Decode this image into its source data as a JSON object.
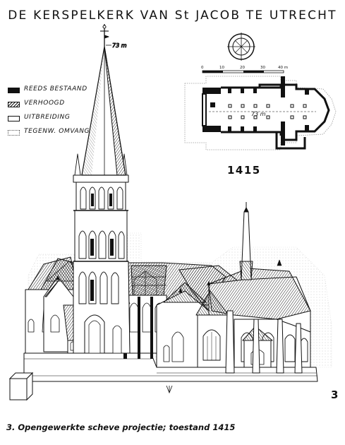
{
  "title": "DE KERSPELKERK VAN St JACOB TE UTRECHT",
  "legend": [
    {
      "key": "existing",
      "label": "REEDS BESTAAND"
    },
    {
      "key": "raised",
      "label": "VERHOOGD"
    },
    {
      "key": "extension",
      "label": "UITBREIDING"
    },
    {
      "key": "current",
      "label": "TEGENW. OMVANG"
    }
  ],
  "tower_height": "73 m",
  "plan_length": "73 m",
  "scale_labels": [
    "0",
    "10",
    "20",
    "30",
    "40 m"
  ],
  "year": "1415",
  "caption": "3. Opengewerkte scheve projectie; toestand 1415",
  "plate_number": "3"
}
